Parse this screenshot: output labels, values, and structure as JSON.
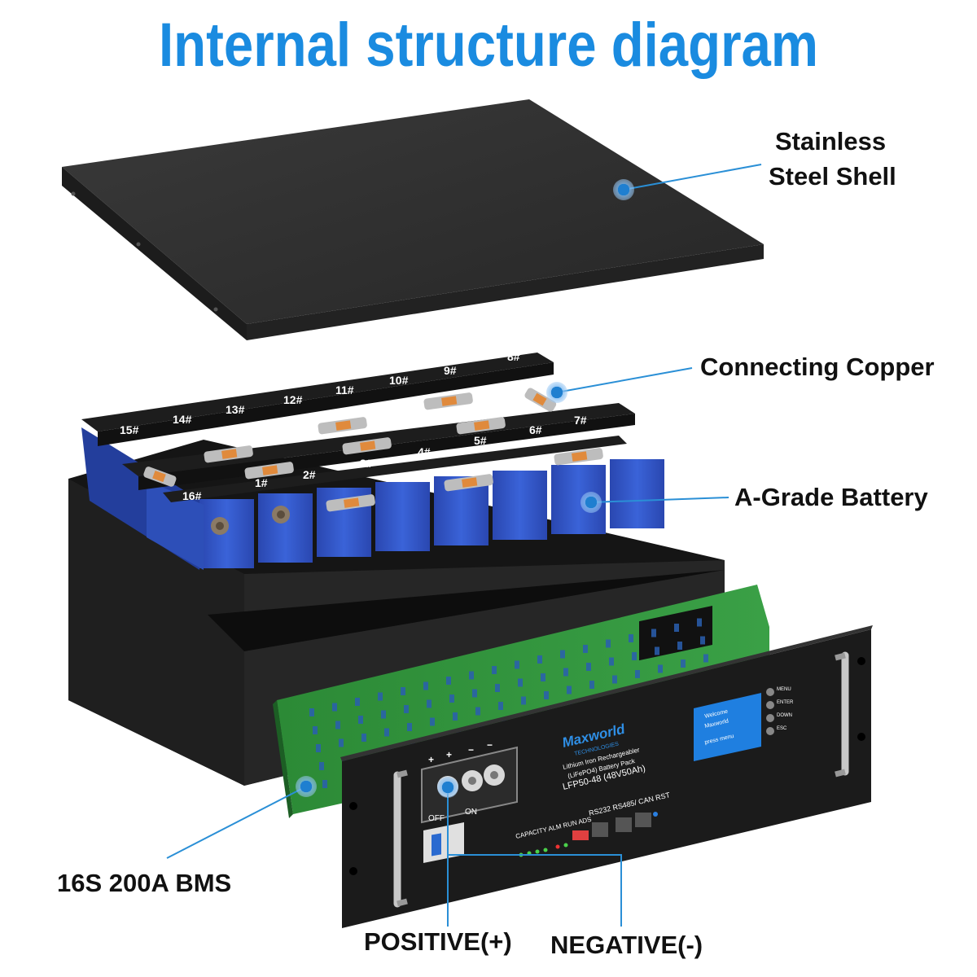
{
  "title": "Internal structure diagram",
  "labels": {
    "shell_line1": "Stainless",
    "shell_line2": "Steel Shell",
    "copper": "Connecting Copper",
    "battery": "A-Grade Battery",
    "bms": "16S 200A BMS",
    "positive": "POSITIVE(+)",
    "negative": "NEGATIVE(-)"
  },
  "cell_numbers": [
    "1#",
    "2#",
    "3#",
    "4#",
    "5#",
    "6#",
    "7#",
    "8#",
    "9#",
    "10#",
    "11#",
    "12#",
    "13#",
    "14#",
    "15#",
    "16#"
  ],
  "front_panel": {
    "brand": "Maxworld",
    "brand_sub": "TECHNOLOGIES",
    "product_line1": "Lithium Iron Rechargeabler",
    "product_line2": "(LiFePO4) Battery Pack",
    "model": "LFP50-48 (48V50Ah)",
    "lcd_line1": "Welcome",
    "lcd_line2": "Maxworld",
    "lcd_line3": "press menu",
    "buttons": [
      "MENU",
      "ENTER",
      "DOWN",
      "ESC"
    ],
    "ports": "RS232  RS485/ CAN  RST",
    "indicators": "CAPACITY ALM RUN  ADS",
    "terminal_signs": [
      "+",
      "+",
      "−",
      "−"
    ],
    "switch_off": "OFF",
    "switch_on": "ON"
  },
  "colors": {
    "title": "#1a8be0",
    "callout_line": "#2a8fd6",
    "callout_dot": "#1f7fd0",
    "cell_blue": "#2e55c8",
    "copper": "#e08a3c",
    "pcb_green": "#2f8f3a"
  }
}
